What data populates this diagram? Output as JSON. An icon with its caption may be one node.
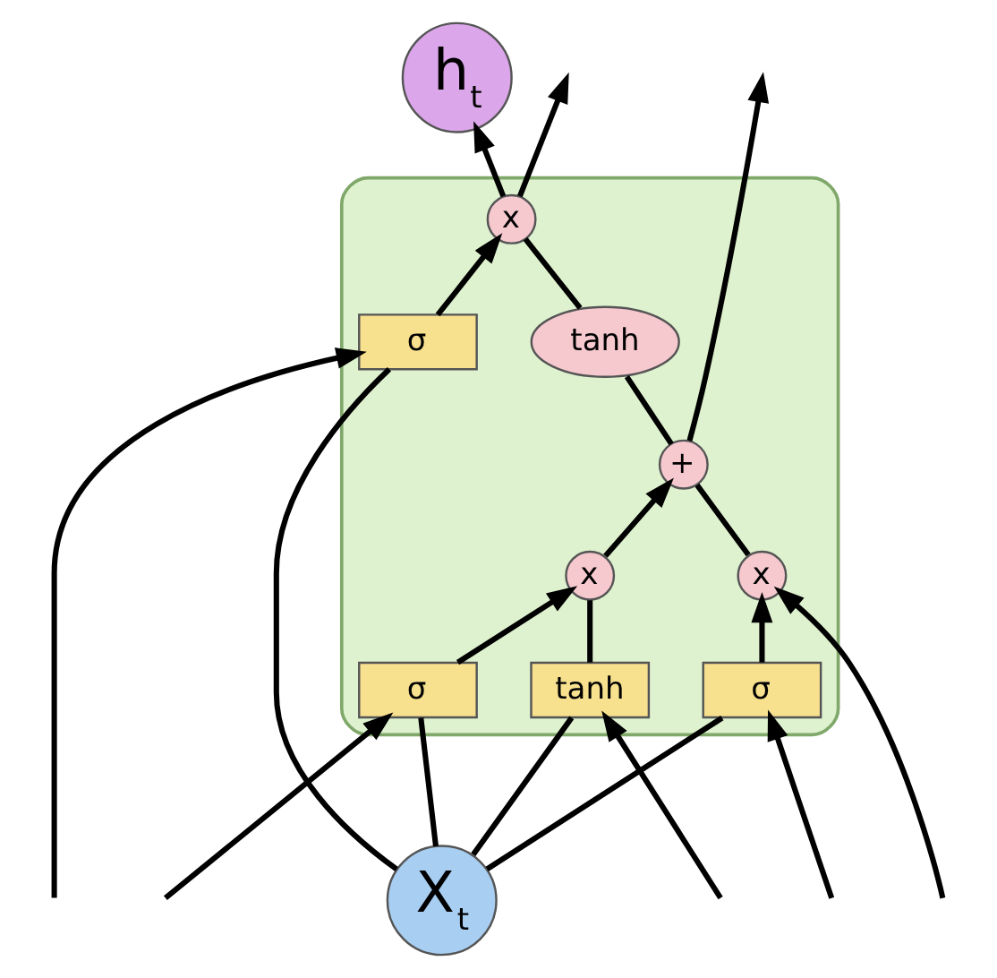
{
  "diagram": {
    "nodes": [
      {
        "text": [
          "h$_{t}$"
        ]
      },
      {
        "text": [],
        "shape": "box"
      },
      {
        "text": [
          "x"
        ],
        "in": 1
      },
      {
        "text": [
          "+"
        ],
        "in": 1
      },
      {
        "text": [
          "tanh"
        ],
        "in": 1
      },
      {
        "text": [
          "x"
        ],
        "in": 1
      },
      {
        "text": [
          "x"
        ],
        "in": 1
      },
      {
        "text": [
          "σ"
        ],
        "in": 1
      },
      {
        "text": [
          "σ"
        ],
        "in": 1
      },
      {
        "text": [
          "tanh"
        ],
        "in": 1
      },
      {
        "text": [
          "σ"
        ],
        "in": 1
      },
      {
        "text": [
          "X$_{t}$"
        ]
      }
    ],
    "edges": [
      {
        "from": null,
        "to": 2,
        "arrow": "to"
      },
      {
        "from": 2,
        "to": 3,
        "arrow": "none"
      },
      {
        "from": 3,
        "to": null,
        "arrow": "to"
      },
      {
        "from": 3,
        "to": 4,
        "arrow": "none"
      },
      {
        "from": 4,
        "to": 6,
        "arrow": "none"
      },
      {
        "from": 6,
        "to": null,
        "arrow": "to"
      },
      {
        "from": 6,
        "to": 0,
        "arrow": "to"
      },
      {
        "from": null,
        "to": 7,
        "arrow": "to"
      },
      {
        "from": null,
        "to": 8,
        "arrow": "to"
      },
      {
        "from": null,
        "to": 9,
        "arrow": "to"
      },
      {
        "from": null,
        "to": 10,
        "arrow": "to"
      },
      {
        "from": 11,
        "to": 7,
        "arrow": "none"
      },
      {
        "from": 11,
        "to": 8,
        "arrow": "none"
      },
      {
        "from": 11,
        "to": 9,
        "arrow": "none"
      },
      {
        "from": 11,
        "to": 10,
        "arrow": "none"
      },
      {
        "from": 7,
        "to": 2,
        "arrow": "to"
      },
      {
        "from": 8,
        "to": 5,
        "arrow": "to"
      },
      {
        "from": 9,
        "to": 5,
        "arrow": "none"
      },
      {
        "from": 5,
        "to": 3,
        "arrow": "to"
      },
      {
        "from": 10,
        "to": 6,
        "arrow": "to"
      }
    ]
  }
}
